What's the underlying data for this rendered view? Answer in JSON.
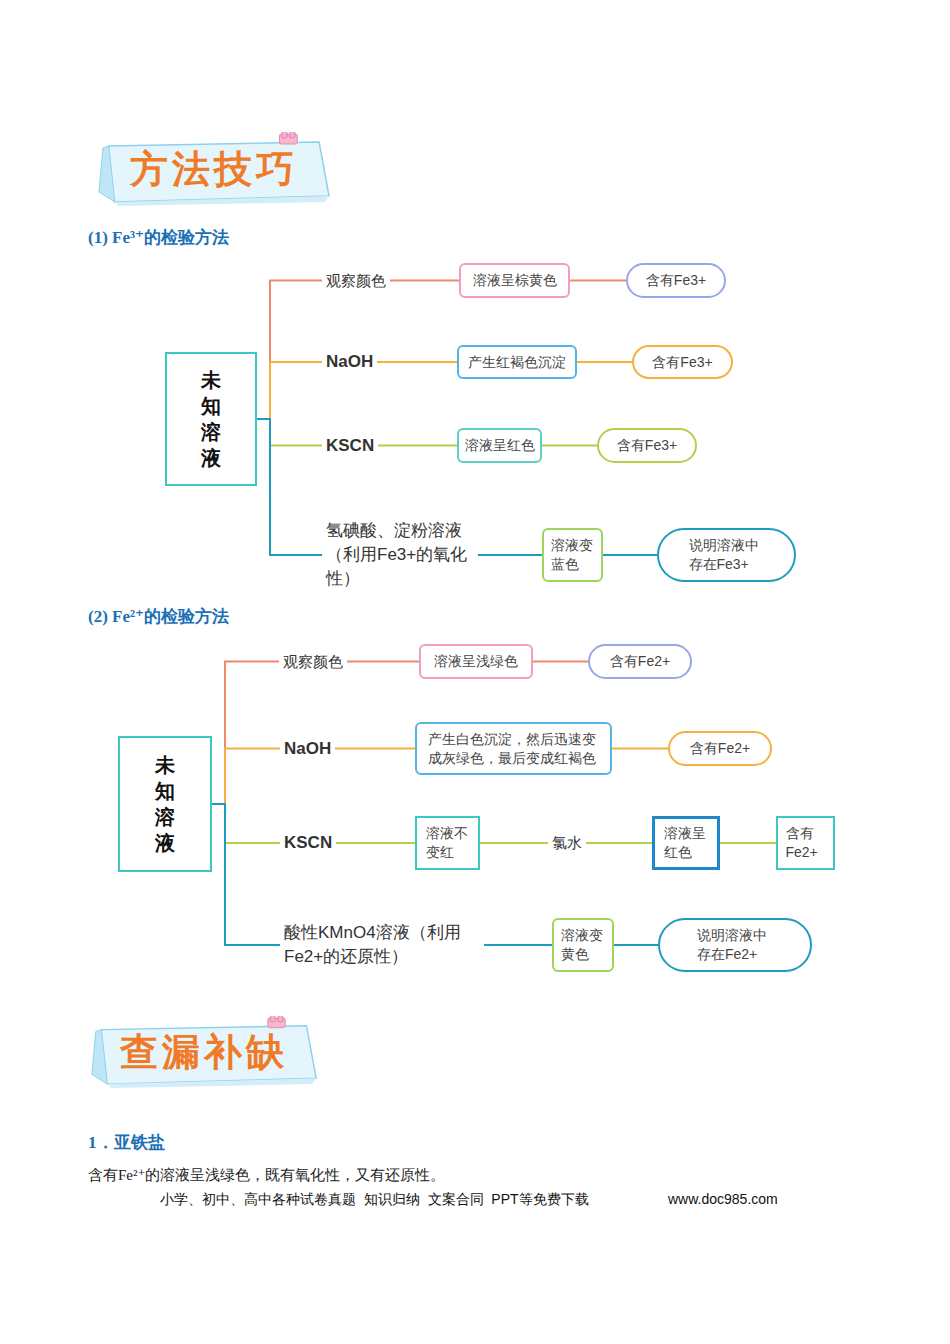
{
  "diagram": {
    "nodes": [
      {
        "text": [
          "方法技巧"
        ]
      },
      {
        "text": [
          "未知溶液"
        ]
      },
      {
        "text": [
          "溶液呈棕黄色"
        ]
      },
      {
        "text": [
          "含有Fe3+"
        ]
      },
      {
        "text": [
          "产生红褐色沉淀"
        ]
      },
      {
        "text": [
          "含有Fe3+"
        ]
      },
      {
        "text": [
          "溶液呈红色"
        ]
      },
      {
        "text": [
          "含有Fe3+"
        ]
      },
      {
        "text": [
          "溶液变蓝色"
        ]
      },
      {
        "text": [
          "说明溶液中存在Fe3+"
        ]
      },
      {
        "text": [
          "未知溶液"
        ]
      },
      {
        "text": [
          "溶液呈浅绿色"
        ]
      },
      {
        "text": [
          "含有Fe2+"
        ]
      },
      {
        "text": [
          "产生白色沉淀，然后迅速变成灰绿色，最后变成红褐色"
        ]
      },
      {
        "text": [
          "含有Fe2+"
        ]
      },
      {
        "text": [
          "溶液不变红"
        ]
      },
      {
        "text": [
          "溶液呈红色"
        ]
      },
      {
        "text": [
          "含有Fe2+"
        ]
      },
      {
        "text": [
          "溶液变黄色"
        ]
      },
      {
        "text": [
          "说明溶液中存在Fe2+"
        ]
      },
      {
        "text": [
          "查漏补缺"
        ]
      }
    ],
    "edges": [
      {
        "from": 1,
        "to": 2,
        "label": "观察颜色",
        "arrow": "none"
      },
      {
        "from": 2,
        "to": 3,
        "arrow": "none"
      },
      {
        "from": 1,
        "to": 4,
        "label": "NaOH",
        "arrow": "none"
      },
      {
        "from": 4,
        "to": 5,
        "arrow": "none"
      },
      {
        "from": 1,
        "to": 6,
        "label": "KSCN",
        "arrow": "none"
      },
      {
        "from": 6,
        "to": 7,
        "arrow": "none"
      },
      {
        "from": 1,
        "to": 8,
        "label": "氢碘酸、淀粉溶液（利用Fe3+的氧化性）",
        "arrow": "none"
      },
      {
        "from": 8,
        "to": 9,
        "arrow": "none"
      },
      {
        "from": 10,
        "to": 11,
        "label": "观察颜色",
        "arrow": "none"
      },
      {
        "from": 11,
        "to": 12,
        "arrow": "none"
      },
      {
        "from": 10,
        "to": 13,
        "label": "NaOH",
        "arrow": "none"
      },
      {
        "from": 13,
        "to": 14,
        "arrow": "none"
      },
      {
        "from": 10,
        "to": 15,
        "label": "KSCN",
        "arrow": "none"
      },
      {
        "from": 15,
        "to": 16,
        "label": "氯水",
        "arrow": "none"
      },
      {
        "from": 16,
        "to": 17,
        "arrow": "none"
      },
      {
        "from": 10,
        "to": 18,
        "label": "酸性KMnO4溶液（利用Fe2+的还原性）",
        "arrow": "none"
      },
      {
        "from": 18,
        "to": 19,
        "arrow": "none"
      }
    ],
    "labels": [
      "(1) Fe³⁺的检验方法",
      "(2) Fe²⁺的检验方法",
      "1．亚铁盐",
      "含有Fe²⁺的溶液呈浅绿色，既有氧化性，又有还原性。",
      "小学、初中、高中各种试卷真题  知识归纳  文案合同  PPT等免费下载",
      "www.doc985.com"
    ]
  }
}
